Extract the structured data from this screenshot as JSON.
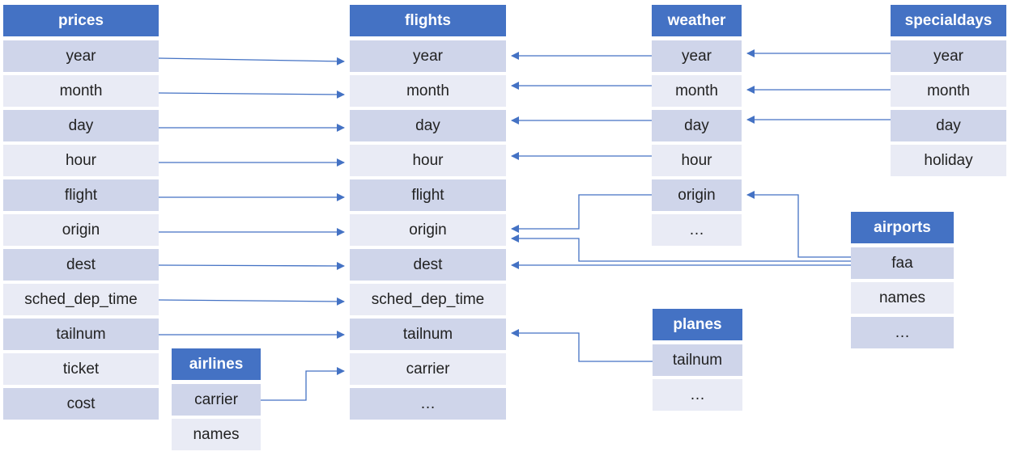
{
  "tables": {
    "prices": {
      "title": "prices",
      "fields": [
        "year",
        "month",
        "day",
        "hour",
        "flight",
        "origin",
        "dest",
        "sched_dep_time",
        "tailnum",
        "ticket",
        "cost"
      ]
    },
    "flights": {
      "title": "flights",
      "fields": [
        "year",
        "month",
        "day",
        "hour",
        "flight",
        "origin",
        "dest",
        "sched_dep_time",
        "tailnum",
        "carrier",
        "…"
      ]
    },
    "weather": {
      "title": "weather",
      "fields": [
        "year",
        "month",
        "day",
        "hour",
        "origin",
        "…"
      ]
    },
    "specialdays": {
      "title": "specialdays",
      "fields": [
        "year",
        "month",
        "day",
        "holiday"
      ]
    },
    "airports": {
      "title": "airports",
      "fields": [
        "faa",
        "names",
        "…"
      ]
    },
    "planes": {
      "title": "planes",
      "fields": [
        "tailnum",
        "…"
      ]
    },
    "airlines": {
      "title": "airlines",
      "fields": [
        "carrier",
        "names"
      ]
    }
  },
  "relationships": [
    {
      "from": "prices.year",
      "to": "flights.year"
    },
    {
      "from": "prices.month",
      "to": "flights.month"
    },
    {
      "from": "prices.day",
      "to": "flights.day"
    },
    {
      "from": "prices.hour",
      "to": "flights.hour"
    },
    {
      "from": "prices.flight",
      "to": "flights.flight"
    },
    {
      "from": "prices.origin",
      "to": "flights.origin"
    },
    {
      "from": "prices.dest",
      "to": "flights.dest"
    },
    {
      "from": "prices.sched_dep_time",
      "to": "flights.sched_dep_time"
    },
    {
      "from": "prices.tailnum",
      "to": "flights.tailnum"
    },
    {
      "from": "weather.year",
      "to": "flights.year"
    },
    {
      "from": "weather.month",
      "to": "flights.month"
    },
    {
      "from": "weather.day",
      "to": "flights.day"
    },
    {
      "from": "weather.hour",
      "to": "flights.hour"
    },
    {
      "from": "weather.origin",
      "to": "flights.origin"
    },
    {
      "from": "specialdays.year",
      "to": "weather.year"
    },
    {
      "from": "specialdays.month",
      "to": "weather.month"
    },
    {
      "from": "specialdays.day",
      "to": "weather.day"
    },
    {
      "from": "airports.faa",
      "to": "weather.origin"
    },
    {
      "from": "airports.faa",
      "to": "flights.origin"
    },
    {
      "from": "airports.faa",
      "to": "flights.dest"
    },
    {
      "from": "planes.tailnum",
      "to": "flights.tailnum"
    },
    {
      "from": "airlines.carrier",
      "to": "flights.carrier"
    }
  ],
  "colors": {
    "header": "#4472c4",
    "row_dark": "#cfd5ea",
    "row_light": "#e9ebf5",
    "connector": "#4472c4"
  }
}
